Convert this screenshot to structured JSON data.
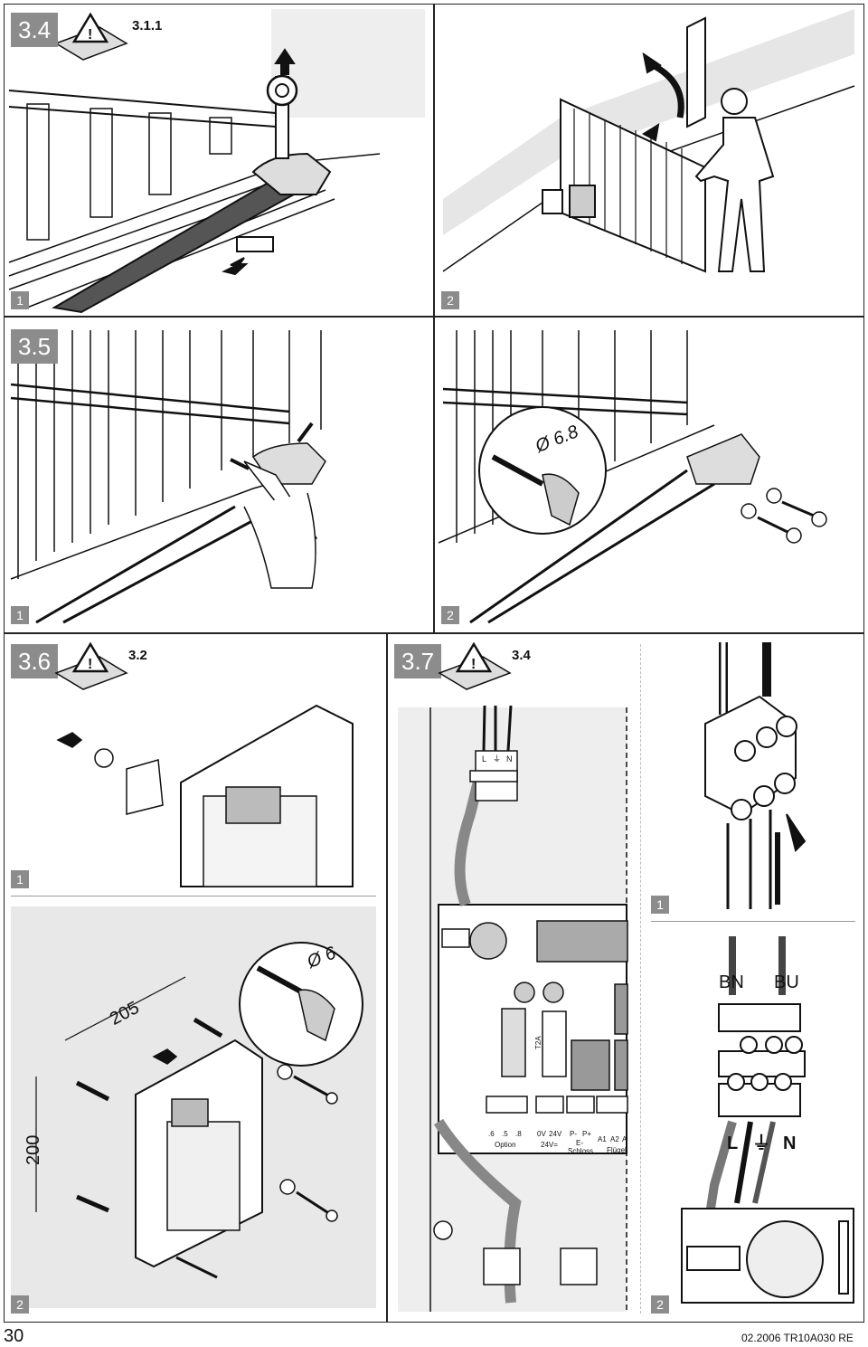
{
  "sections": {
    "s34": {
      "badge": "3.4",
      "ref": "3.1.1",
      "step1": "1",
      "step2": "2"
    },
    "s35": {
      "badge": "3.5",
      "step1": "1",
      "step2": "2",
      "drill": "Ø 6.8"
    },
    "s36": {
      "badge": "3.6",
      "ref": "3.2",
      "step1": "1",
      "step2": "2",
      "drill": "Ø 6",
      "dim_h": "205",
      "dim_v": "200"
    },
    "s37": {
      "badge": "3.7",
      "ref": "3.4",
      "step1": "1",
      "step2": "2",
      "fuse": "T2A",
      "term_top": [
        "L",
        "⏚",
        "N"
      ],
      "opt_labels": [
        ".6",
        ".5",
        ".8"
      ],
      "opt_title": "Option",
      "pwr_labels": [
        "0V",
        "24V"
      ],
      "pwr_title": "24V=",
      "lock_labels": [
        "P-",
        "P+"
      ],
      "lock_title": "E-\nSchloss",
      "lock_title1": "E-",
      "lock_title2": "Schloss",
      "wing_labels": [
        "A1",
        "A2",
        "A"
      ],
      "wing_title": "Flügel",
      "wire_bn": "BN",
      "wire_bu": "BU",
      "term_big": [
        "L",
        "⏚",
        "N"
      ]
    }
  },
  "footer": {
    "page": "30",
    "doc": "02.2006  TR10A030  RE"
  }
}
